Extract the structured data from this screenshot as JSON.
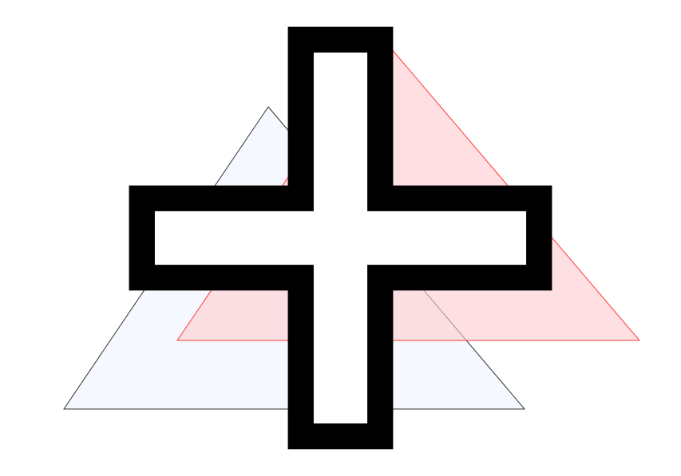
{
  "canvas": {
    "background_color": "#ffffff"
  },
  "shapes": [
    {
      "id": "triangle-back",
      "shape": "triangle",
      "fill_color": "#f5f9ff",
      "stroke_color": "#333333"
    },
    {
      "id": "triangle-front",
      "shape": "triangle",
      "fill_color": "#ffcccf",
      "fill_opacity": 0.6,
      "stroke_color": "#ff3b3b"
    }
  ],
  "cursor": {
    "icon": "move-cross-icon"
  }
}
